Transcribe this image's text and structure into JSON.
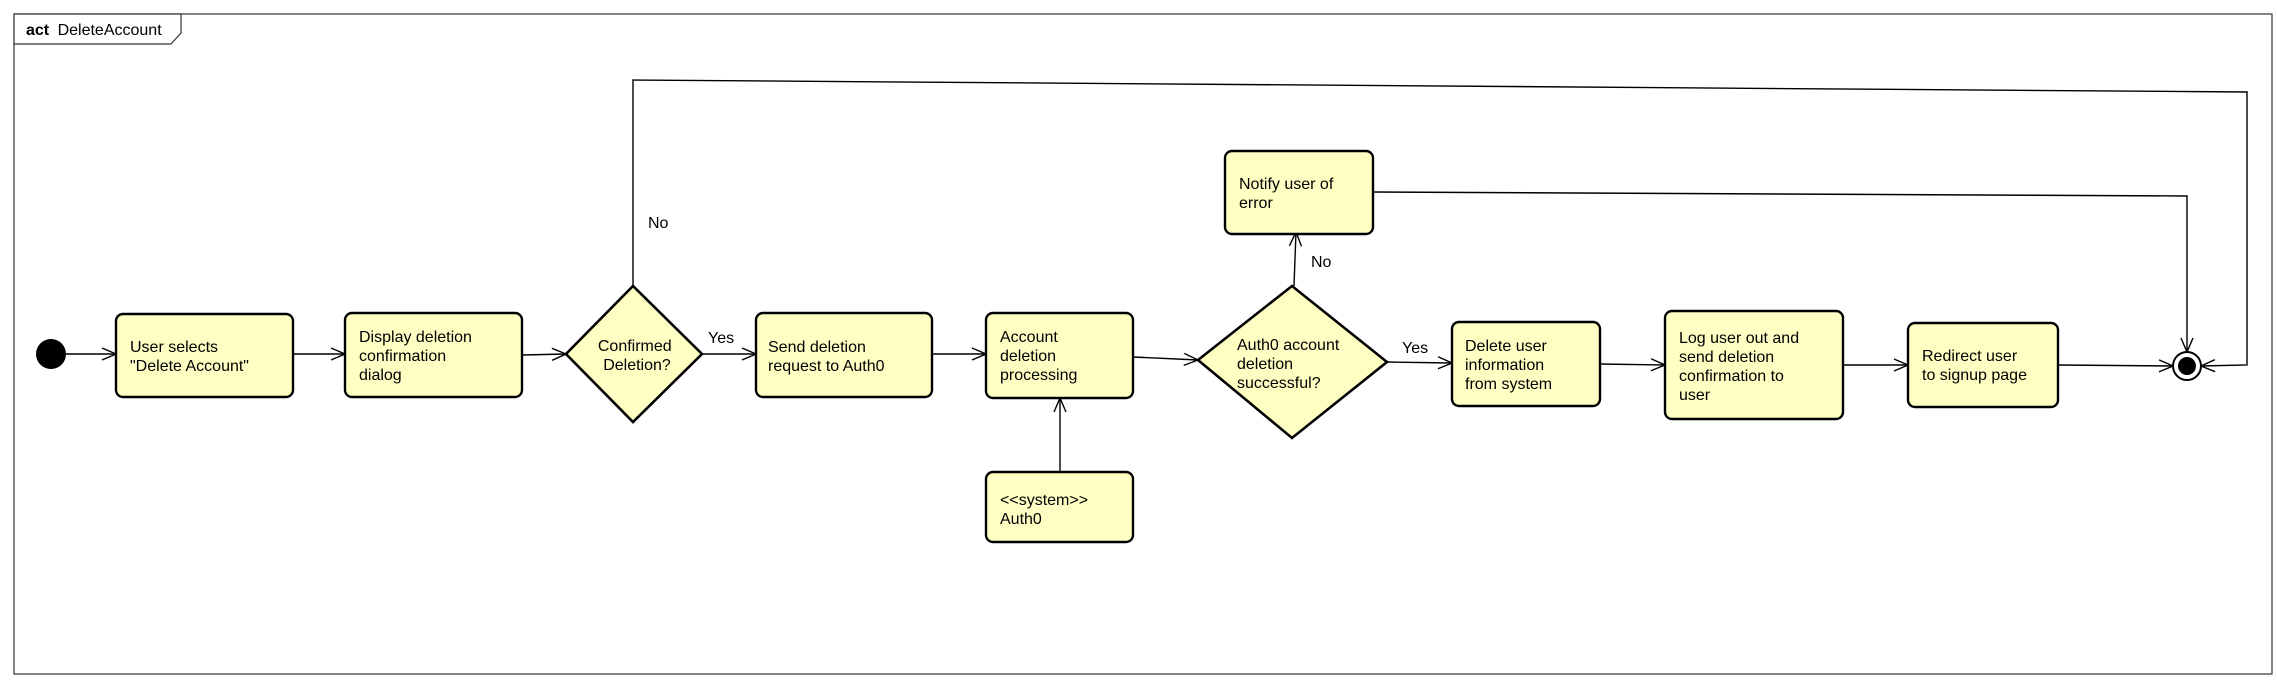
{
  "frame": {
    "keyword": "act",
    "name": "DeleteAccount"
  },
  "nodes": {
    "user_selects": [
      "User selects",
      "\"Delete Account\""
    ],
    "display_dialog": [
      "Display deletion",
      "confirmation",
      "dialog"
    ],
    "confirmed_decision": [
      "Confirmed",
      "Deletion?"
    ],
    "send_request": [
      "Send deletion",
      "request to Auth0"
    ],
    "processing": [
      "Account",
      "deletion",
      "processing"
    ],
    "auth0_system": [
      "<<system>>",
      "Auth0"
    ],
    "success_decision": [
      "Auth0 account",
      "deletion",
      "successful?"
    ],
    "notify_error": [
      "Notify user of",
      "error"
    ],
    "delete_info": [
      "Delete user",
      "information",
      "from system"
    ],
    "log_out": [
      "Log user out and",
      "send deletion",
      "confirmation to",
      "user"
    ],
    "redirect": [
      "Redirect user",
      "to signup page"
    ]
  },
  "edge_labels": {
    "confirmed_yes": "Yes",
    "confirmed_no": "No",
    "success_yes": "Yes",
    "success_no": "No"
  }
}
